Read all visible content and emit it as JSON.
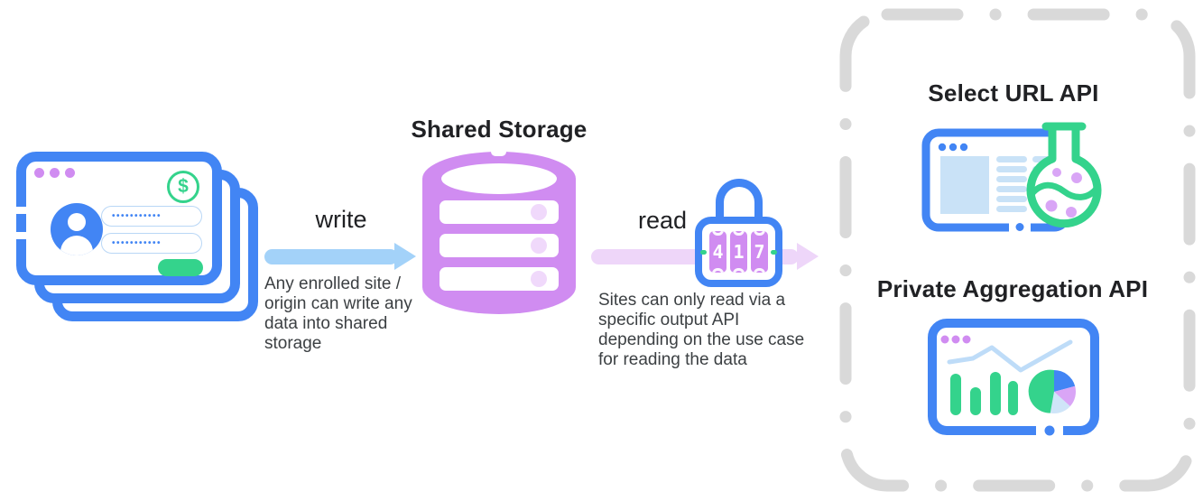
{
  "colors": {
    "blue": "#4285F4",
    "blue_arrow": "#A3D2F9",
    "light_blue_fill": "#C9E2F7",
    "line_chart_blue": "#BEDCF8",
    "purple": "#D08CF1",
    "light_purple": "#F0D9FB",
    "lavender_arrow": "#EED6F9",
    "pie_purple": "#D9A5F6",
    "pie_light_blue": "#CFE5F8",
    "green": "#34D38C",
    "gray_dash": "#D9D9D9",
    "text_primary": "#202124",
    "text_secondary": "#3C4043"
  },
  "left_sites": {
    "dollar_symbol": "$",
    "password_value": "•••••••••••"
  },
  "write_flow": {
    "label": "write",
    "description": "Any enrolled site / origin can write any data into shared storage"
  },
  "shared_storage": {
    "title": "Shared Storage"
  },
  "read_flow": {
    "label": "read",
    "description": "Sites can only read via a specific output API depending on the use case for reading the data"
  },
  "lock": {
    "digits": [
      "4",
      "1",
      "7"
    ]
  },
  "output_panel": {
    "select_url_api": {
      "title": "Select URL API"
    },
    "private_aggregation_api": {
      "title": "Private Aggregation API"
    }
  }
}
